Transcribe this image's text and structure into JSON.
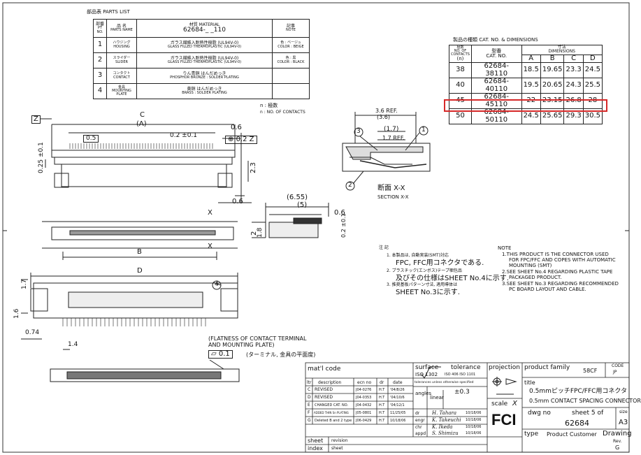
{
  "parts_list": {
    "title": "部品表 PARTS LIST",
    "header": {
      "no_jp": "部番",
      "no_en": "PT NO.",
      "name_jp": "品 名",
      "name_en": "PARTS NAME",
      "mat_jp": "材質 MATERIAL",
      "mat_no": "62684-_ _110",
      "note_jp": "記事",
      "note_en": "NOTE"
    },
    "rows": [
      {
        "no": "1",
        "name_jp": "ハウジング",
        "name_en": "HOUSING",
        "mat_jp": "ガラス繊維入耐熱性樹脂 (UL94V-0)",
        "mat_en": "GLASS FILLED THERMOPLASTIC (UL94V-0)",
        "note_jp": "色 : ベージュ",
        "note_en": "COLOR : BEIGE"
      },
      {
        "no": "2",
        "name_jp": "スライダー",
        "name_en": "SLIDER",
        "mat_jp": "ガラス繊維入耐熱性樹脂 (UL94V-0)",
        "mat_en": "GLASS FILLED THERMOPLASTIC (UL94V-0)",
        "note_jp": "色 : 黒",
        "note_en": "COLOR : BLACK"
      },
      {
        "no": "3",
        "name_jp": "コンタクト",
        "name_en": "CONTACT",
        "mat_jp": "りん青銅  はんだめっき",
        "mat_en": "PHOSPHOR BRONZE : SOLDER PLATING",
        "note_jp": "",
        "note_en": ""
      },
      {
        "no": "4",
        "name_jp": "金具",
        "name_en": "MOUNTING PLATE",
        "mat_jp": "黄銅  はんだめっき",
        "mat_en": "BRASS : SOLDER PLATING",
        "note_jp": "",
        "note_en": ""
      }
    ]
  },
  "contacts_note": {
    "jp": "n : 極数",
    "en": "n : NO. OF CONTACTS"
  },
  "cat_table": {
    "title": "製品の種類  CAT. NO. & DIMENSIONS",
    "header": {
      "n_jp": "極数",
      "n_en1": "NO. OF",
      "n_en2": "CONTACTS",
      "n_sym": "(n)",
      "cat_jp": "型番",
      "cat_en": "CAT. NO.",
      "dim_jp": "寸法",
      "dim_en": "DIMENSIONS",
      "cols": [
        "A",
        "B",
        "C",
        "D"
      ]
    },
    "rows": [
      {
        "n": "38",
        "cat": "62684-38110",
        "vals": [
          "18.5",
          "19.65",
          "23.3",
          "24.5"
        ]
      },
      {
        "n": "40",
        "cat": "62684-40110",
        "vals": [
          "19.5",
          "20.65",
          "24.3",
          "25.5"
        ]
      },
      {
        "n": "45",
        "cat": "62684-45110",
        "vals": [
          "22",
          "23.15",
          "26.8",
          "28"
        ]
      },
      {
        "n": "50",
        "cat": "62684-50110",
        "vals": [
          "24.5",
          "25.65",
          "29.3",
          "30.5"
        ]
      }
    ],
    "highlight_color": "#d62828"
  },
  "dims": {
    "z": "Z",
    "c": "C",
    "a": "(A)",
    "d05": "0.5",
    "d02": "0.2 ±0.1",
    "d06": "0.6",
    "tol": "0.2",
    "tolz": "Z",
    "d025": "0.25 ±0.1",
    "d23": "2.3",
    "d06b": "0.6",
    "b": "B",
    "x": "X",
    "d": "D",
    "d17": "1.7",
    "d16": "1.6",
    "d074": "0.74",
    "d14": "1.4",
    "r36": "3.6 REF.",
    "r36p": "(3.6)",
    "d17p": "(1.7)",
    "r17": "1.7 REF.",
    "d655": "(6.55)",
    "d5": "(5)",
    "d06c": "0.6",
    "d2": "2",
    "d18": "1.8",
    "d02b": "0.2 ±0.1",
    "sec_jp": "断面 X-X",
    "sec_en": "SECTION X-X",
    "flat1": "(FLATNESS OF CONTACT TERMINAL",
    "flat2": "AND MOUNTING PLATE)",
    "flatval": "0.1",
    "flat_jp": "(ターミナル, 金具の平面度)"
  },
  "balloons": [
    "1",
    "2",
    "3",
    "4"
  ],
  "notes_jp": {
    "title": "注 記",
    "lines": [
      "1. 本製品は, 自動実装(SMT)対応",
      "FPC, FFC用コネクタである.",
      "2. プラスチック(エンボス)テープ梱包品",
      "及びその仕様はSHEET No.4に示す.",
      "3. 推奨基板パターン寸法, 適用導体は",
      "SHEET No.3に示す."
    ]
  },
  "notes_en": {
    "title": "NOTE",
    "lines": [
      "1.THIS PRODUCT IS THE CONNECTOR USED",
      "FOR FPC/FFC AND COPES WITH AUTOMATIC",
      "MOUNTING (SMT)",
      "2.SEE SHEET No.4 REGARDING PLASTIC TAPE",
      "PACKAGED PRODUCT.",
      "3.SEE SHEET No.3 REGARDING RECOMMENDED",
      "PC BOARD LAYOUT AND CABLE."
    ]
  },
  "title_block": {
    "matl": "mat'l  code",
    "rev_headers": [
      "ltr",
      "description",
      "ecn no",
      "dr",
      "date"
    ],
    "revisions": [
      {
        "ltr": "C",
        "desc": "REVISED",
        "ecn": "J04-0276",
        "dr": "H.T",
        "date": "'04/8/26"
      },
      {
        "ltr": "D",
        "desc": "REVISED",
        "ecn": "J04-0353",
        "dr": "H.T",
        "date": "'04/10/6"
      },
      {
        "ltr": "E",
        "desc": "CHANGED CAT. NO.",
        "ecn": "J04-0432",
        "dr": "H.T",
        "date": "'04/12/1"
      },
      {
        "ltr": "F",
        "desc": "ADDED THIN Sn PLATING",
        "ecn": "J05-0801",
        "dr": "H.T",
        "date": "11/25/05"
      },
      {
        "ltr": "G",
        "desc": "Deleted B and 2 type",
        "ecn": "J06-0429",
        "dr": "H.T",
        "date": "10/18/06"
      }
    ],
    "surface": "surface",
    "iso1302": "ISO 1302",
    "tolerance": "tolerance",
    "iso406": "ISO 406  ISO 1101",
    "tol_note": "tolerances unless otherwise specified",
    "angles": "angles",
    "linear": "linear",
    "tolval": "±0.3",
    "sign_rows": [
      "dr",
      "engr",
      "chr",
      "appd"
    ],
    "signs": [
      "H. Tahara",
      "K. Takeuchi",
      "K. Ikeda",
      "S. Shimizu"
    ],
    "sign_dates": [
      "10/18/06",
      "10/18/06",
      "10/18/06",
      "10/18/06"
    ],
    "projection": "projection",
    "scale": "scale",
    "scale_val": "X",
    "product_family": "product family",
    "pf_val": "58CF",
    "code": "CODE",
    "code_val": "JP",
    "title_lbl": "title",
    "title_jp": "0.5mmピッチFPC/FFC用コネクタ",
    "title_en": "0.5mm CONTACT SPACING CONNECTOR",
    "dwg_no": "dwg no",
    "dwg_val": "62684",
    "sheet_of": "sheet 5 of",
    "size": "size",
    "size_val": "A3",
    "type": "type",
    "type_val": "Product Customer",
    "drawing": "Drawing",
    "rev": "Rev.",
    "rev_val": "G",
    "sheet_index": "sheet",
    "index": "index",
    "revision": "revision",
    "sheet2": "sheet",
    "logo": "FCI"
  }
}
